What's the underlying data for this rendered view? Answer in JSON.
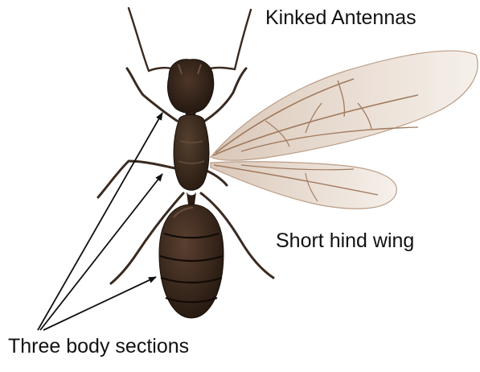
{
  "labels": {
    "antennae": "Kinked Antennas",
    "hind_wing": "Short hind wing",
    "body_sections": "Three body sections"
  },
  "colors": {
    "body_dark": "#2e1f16",
    "body_mid": "#4a3527",
    "leg": "#3a2a1f",
    "wing_fill": "#f1e8e1",
    "wing_vein": "#a07a5e",
    "pointer": "#111111",
    "text": "#111111"
  }
}
